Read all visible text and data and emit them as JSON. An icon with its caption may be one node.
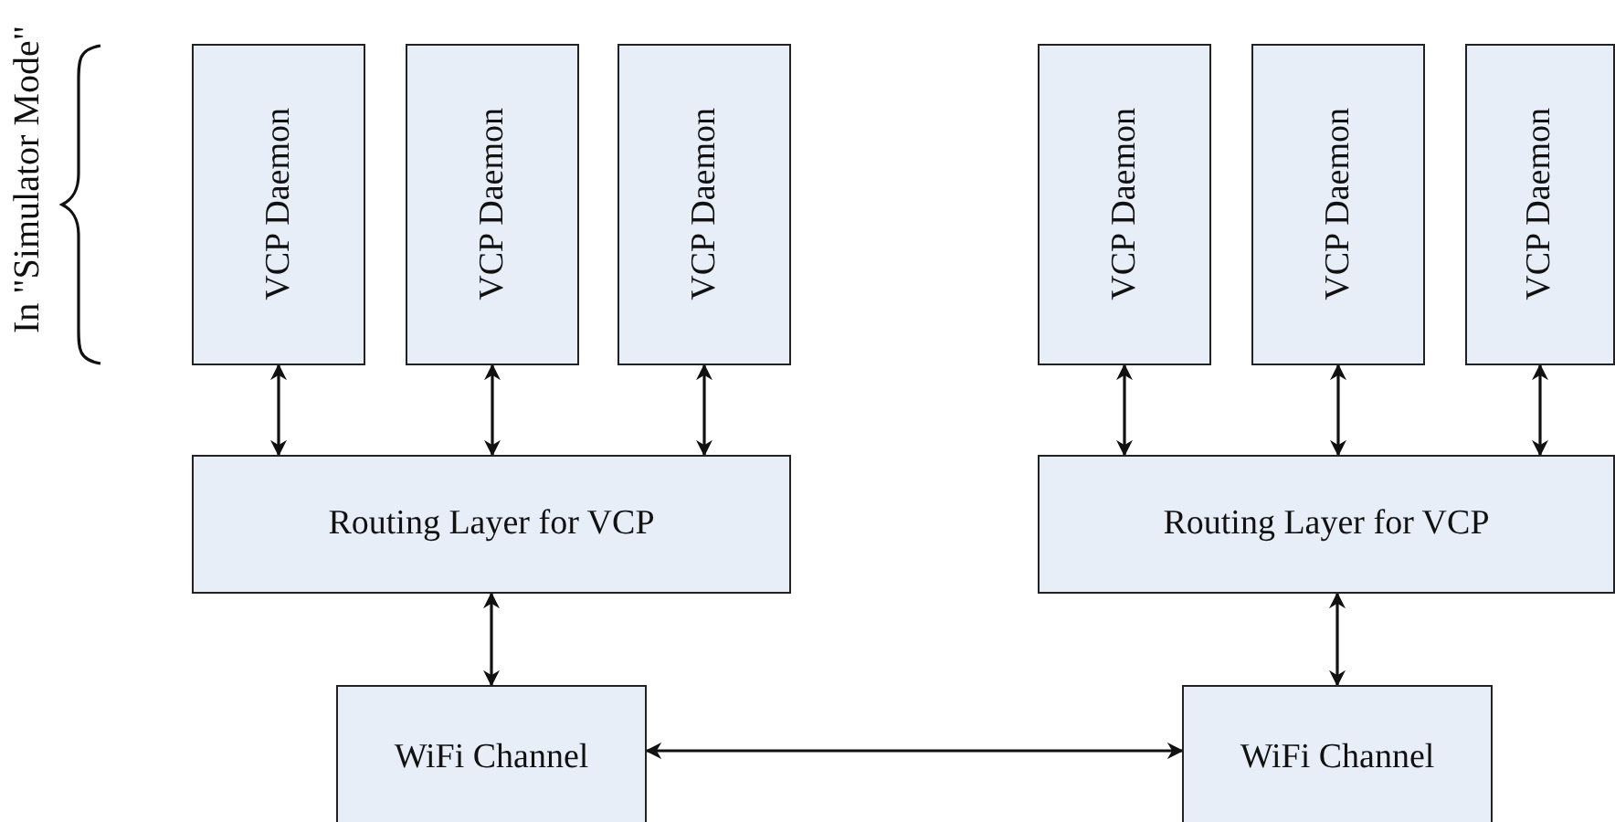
{
  "diagram": {
    "nodes": [
      {
        "text": [
          "VCP Daemon"
        ]
      },
      {
        "text": [
          "VCP Daemon"
        ]
      },
      {
        "text": [
          "VCP Daemon"
        ]
      },
      {
        "text": [
          "Routing Layer for VCP"
        ]
      },
      {
        "text": [
          "WiFi Channel"
        ]
      },
      {
        "text": [
          "VCP Daemon"
        ]
      },
      {
        "text": [
          "VCP Daemon"
        ]
      },
      {
        "text": [
          "VCP Daemon"
        ]
      },
      {
        "text": [
          "Routing Layer for VCP"
        ]
      },
      {
        "text": [
          "WiFi Channel"
        ]
      }
    ],
    "edges": [
      {
        "from": 0,
        "to": 3,
        "arrow": "both"
      },
      {
        "from": 1,
        "to": 3,
        "arrow": "both"
      },
      {
        "from": 2,
        "to": 3,
        "arrow": "both"
      },
      {
        "from": 3,
        "to": 4,
        "arrow": "both"
      },
      {
        "from": 5,
        "to": 8,
        "arrow": "both"
      },
      {
        "from": 6,
        "to": 8,
        "arrow": "both"
      },
      {
        "from": 7,
        "to": 8,
        "arrow": "both"
      },
      {
        "from": 8,
        "to": 9,
        "arrow": "both"
      },
      {
        "from": 4,
        "to": 9,
        "arrow": "both"
      }
    ],
    "labels": [
      "In \"Simulator Mode\""
    ]
  }
}
